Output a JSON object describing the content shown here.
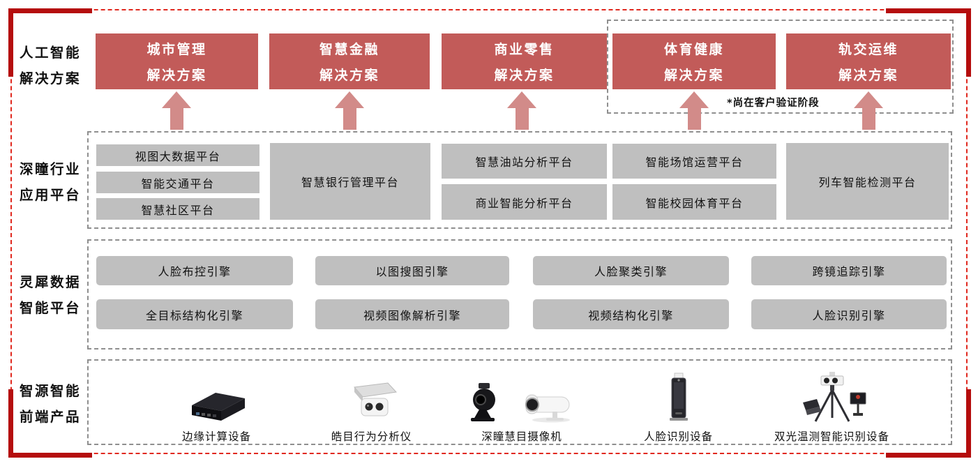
{
  "colors": {
    "solution_box": "#c25b59",
    "arrow": "#d28b89",
    "platform_box": "#bfbfbf",
    "frame_solid_red": "#b50d0d",
    "frame_dashed_red": "#e0281e",
    "container_dashed_gray": "#8f8f8f"
  },
  "row_labels": [
    {
      "line1": "人工智能",
      "line2": "解决方案"
    },
    {
      "line1": "深瞳行业",
      "line2": "应用平台"
    },
    {
      "line1": "灵犀数据",
      "line2": "智能平台"
    },
    {
      "line1": "智源智能",
      "line2": "前端产品"
    }
  ],
  "solutions": {
    "items": [
      {
        "line1": "城市管理",
        "line2": "解决方案"
      },
      {
        "line1": "智慧金融",
        "line2": "解决方案"
      },
      {
        "line1": "商业零售",
        "line2": "解决方案"
      },
      {
        "line1": "体育健康",
        "line2": "解决方案"
      },
      {
        "line1": "轨交运维",
        "line2": "解决方案"
      }
    ],
    "note": "*尚在客户验证阶段"
  },
  "industry": {
    "col1": [
      "视图大数据平台",
      "智能交通平台",
      "智慧社区平台"
    ],
    "col2": "智慧银行管理平台",
    "col3": [
      "智慧油站分析平台",
      "商业智能分析平台"
    ],
    "col4": [
      "智能场馆运营平台",
      "智能校园体育平台"
    ],
    "col5": "列车智能检测平台"
  },
  "engines": {
    "row1": [
      "人脸布控引擎",
      "以图搜图引擎",
      "人脸聚类引擎",
      "跨镜追踪引擎"
    ],
    "row2": [
      "全目标结构化引擎",
      "视频图像解析引擎",
      "视频结构化引擎",
      "人脸识别引擎"
    ]
  },
  "products": {
    "items": [
      {
        "label": "边缘计算设备",
        "icon": "edge-computing-device"
      },
      {
        "label": "皓目行为分析仪",
        "icon": "behavior-analyzer-device"
      },
      {
        "label": "深瞳慧目摄像机",
        "icon": "smart-eye-cameras"
      },
      {
        "label": "人脸识别设备",
        "icon": "face-recognition-terminal"
      },
      {
        "label": "双光温测智能识别设备",
        "icon": "dual-light-temperature-tripod-device"
      }
    ]
  }
}
